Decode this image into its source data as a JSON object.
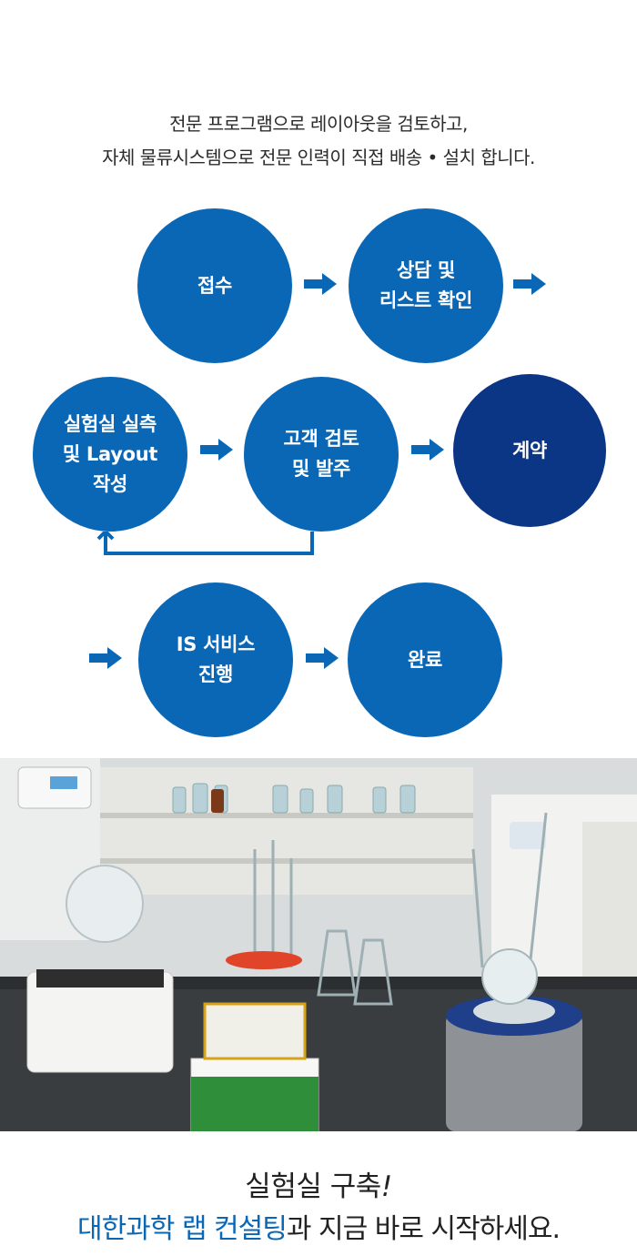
{
  "intro": {
    "line1": "전문 프로그램으로 레이아웃을 검토하고,",
    "line2": "자체 물류시스템으로 전문 인력이 직접 배송 • 설치 합니다."
  },
  "process": {
    "step1": "접수",
    "step2": "상담 및\n리스트 확인",
    "step3": "실험실 실측\n및 Layout\n작성",
    "step4": "고객 검토\n및 발주",
    "step5": "계약",
    "step6": "IS 서비스\n진행",
    "step7": "완료"
  },
  "colors": {
    "primary": "#0a67b6",
    "dark": "#0b3585"
  },
  "icons": {
    "arrow": "arrow-right-icon",
    "loop": "return-arrow-icon"
  },
  "photo": {
    "description_name": "laboratory-photo"
  },
  "outro": {
    "line1_main": "실험실 구축",
    "line1_mark": "!",
    "line2_accent": "대한과학 랩 컨설팅",
    "line2_rest": "과 지금 바로 시작하세요."
  }
}
